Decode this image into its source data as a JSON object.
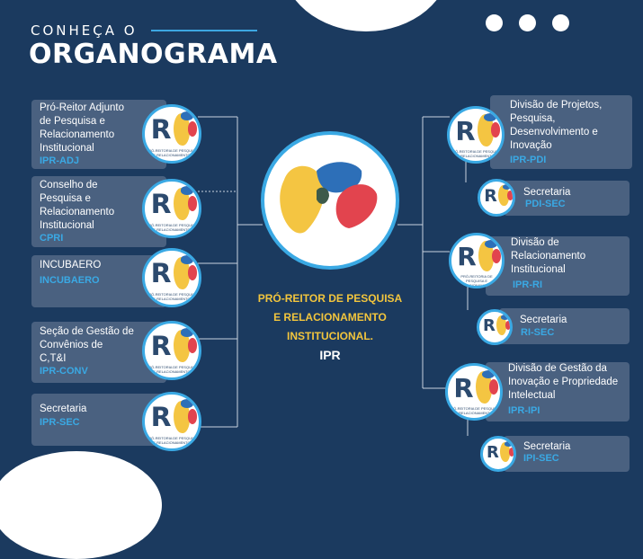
{
  "header": {
    "kicker": "CONHEÇA O",
    "headline": "ORGANOGRAMA"
  },
  "center": {
    "title_lines": [
      "PRÓ-REITOR DE PESQUISA",
      "E RELACIONAMENTO",
      "INSTITUCIONAL."
    ],
    "code": "IPR"
  },
  "badge": {
    "letter": "R",
    "caption": "PRÓ-REITORIA DE PESQUISA E RELACIONAMENTO"
  },
  "left_units": [
    {
      "label_lines": [
        "Pró-Reitor Adjunto",
        "de Pesquisa e",
        "Relacionamento",
        "Institucional"
      ],
      "code": "IPR-ADJ"
    },
    {
      "label_lines": [
        "Conselho de",
        "Pesquisa e",
        "Relacionamento",
        "Institucional"
      ],
      "code": "CPRI"
    },
    {
      "label_lines": [
        "INCUBAERO"
      ],
      "code": "INCUBAERO"
    },
    {
      "label_lines": [
        "Seção de  Gestão de",
        "Convênios de",
        "C,T&I"
      ],
      "code": "IPR-CONV"
    },
    {
      "label_lines": [
        "Secretaria"
      ],
      "code": "IPR-SEC"
    }
  ],
  "right_units": [
    {
      "label_lines": [
        "Divisão de Projetos,",
        "Pesquisa,",
        "Desenvolvimento e",
        "Inovação"
      ],
      "code": "IPR-PDI"
    },
    {
      "label_lines": [
        "Secretaria"
      ],
      "code": "PDI-SEC"
    },
    {
      "label_lines": [
        "Divisão de",
        "Relacionamento",
        "Institucional"
      ],
      "code": "IPR-RI"
    },
    {
      "label_lines": [
        "Secretaria"
      ],
      "code": "RI-SEC"
    },
    {
      "label_lines": [
        "Divisão de Gestão da",
        "Inovação e Propriedade",
        "Intelectual"
      ],
      "code": "IPR-IPI"
    },
    {
      "label_lines": [
        "Secretaria"
      ],
      "code": "IPI-SEC"
    }
  ],
  "colors": {
    "background": "#1b3a5f",
    "box": "#4a6180",
    "accent_blue": "#3aa9e4",
    "accent_yellow": "#f2c53d",
    "logo_red": "#e2444e",
    "logo_blue": "#2d6fb8"
  }
}
